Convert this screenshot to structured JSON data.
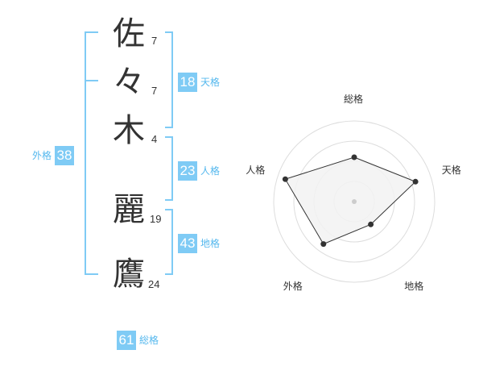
{
  "characters": [
    {
      "char": "佐",
      "strokes": "7"
    },
    {
      "char": "々",
      "strokes": "7"
    },
    {
      "char": "木",
      "strokes": "4"
    },
    {
      "char": "麗",
      "strokes": "19"
    },
    {
      "char": "鷹",
      "strokes": "24"
    }
  ],
  "fortunes": {
    "tenkaku": {
      "value": "18",
      "label": "天格"
    },
    "jinkaku": {
      "value": "23",
      "label": "人格"
    },
    "chikaku": {
      "value": "43",
      "label": "地格"
    },
    "gaikaku": {
      "value": "38",
      "label": "外格"
    },
    "soukaku": {
      "value": "61",
      "label": "総格"
    }
  },
  "chart_data": {
    "type": "radar",
    "axes": [
      "総格",
      "天格",
      "地格",
      "外格",
      "人格"
    ],
    "values": [
      0.55,
      0.8,
      0.35,
      0.65,
      0.9
    ],
    "range": [
      0,
      1
    ],
    "rings": 4,
    "colors": {
      "fill": "#f2f2f2",
      "line": "#333333",
      "ring": "#dddddd",
      "point": "#333333"
    }
  },
  "colors": {
    "accent": "#7fcbf5",
    "accent_text": "#55b8ee"
  }
}
